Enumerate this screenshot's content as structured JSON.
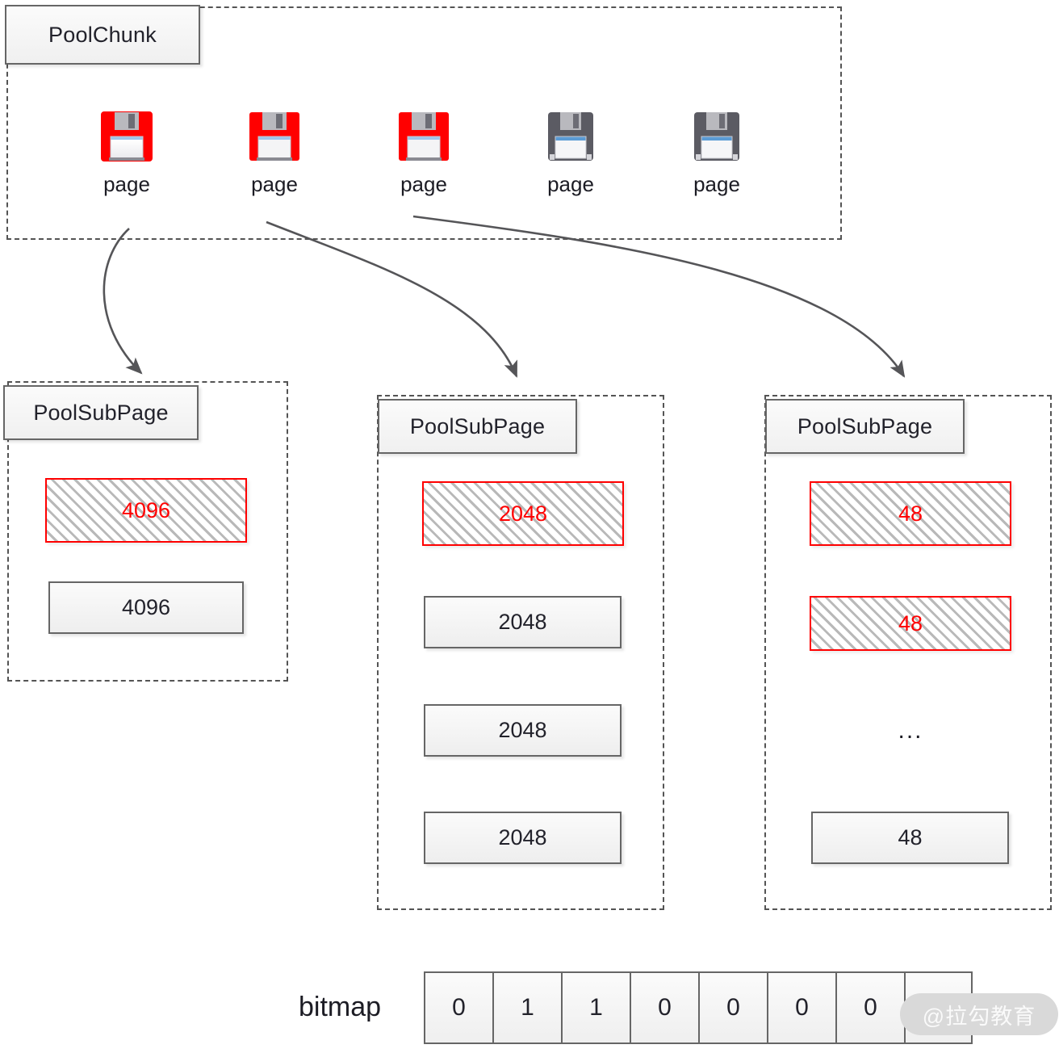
{
  "diagram": {
    "title_chunk": "PoolChunk",
    "title_subpage": "PoolSubPage",
    "page_label": "page",
    "ellipsis": "...",
    "bitmap_label": "bitmap",
    "watermark": "@拉勾教育",
    "colors": {
      "allocated_border": "#ff0000",
      "allocated_text": "#ff0000",
      "free_border": "#666666",
      "container_border": "#545454",
      "icon_used": "#ff0000",
      "icon_free": "#5b5b63",
      "text": "#22222b"
    }
  },
  "chunk": {
    "label": "PoolChunk",
    "pages": [
      {
        "label": "page",
        "state": "used"
      },
      {
        "label": "page",
        "state": "used"
      },
      {
        "label": "page",
        "state": "used"
      },
      {
        "label": "page",
        "state": "free"
      },
      {
        "label": "page",
        "state": "free"
      }
    ]
  },
  "subpages": [
    {
      "label": "PoolSubPage",
      "slots": [
        {
          "value": "4096",
          "state": "used"
        },
        {
          "value": "4096",
          "state": "free"
        }
      ],
      "ellipsis": null
    },
    {
      "label": "PoolSubPage",
      "slots": [
        {
          "value": "2048",
          "state": "used"
        },
        {
          "value": "2048",
          "state": "free"
        },
        {
          "value": "2048",
          "state": "free"
        },
        {
          "value": "2048",
          "state": "free"
        }
      ],
      "ellipsis": null
    },
    {
      "label": "PoolSubPage",
      "slots": [
        {
          "value": "48",
          "state": "used"
        },
        {
          "value": "48",
          "state": "used"
        },
        {
          "value": "48",
          "state": "free"
        }
      ],
      "ellipsis": "..."
    }
  ],
  "bitmap": {
    "label": "bitmap",
    "cells": [
      "0",
      "1",
      "1",
      "0",
      "0",
      "0",
      "0",
      "..."
    ]
  }
}
